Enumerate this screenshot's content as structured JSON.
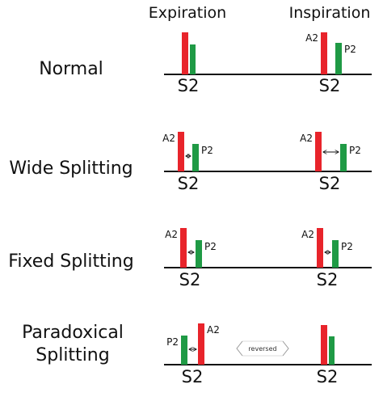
{
  "headers": {
    "expiration": "Expiration",
    "inspiration": "Inspiration"
  },
  "colors": {
    "a2": "#e8242b",
    "p2": "#1f9a45",
    "line": "#111111"
  },
  "rows": [
    {
      "label": [
        "Normal"
      ],
      "expiration": {
        "s2": "S2",
        "a2_label": "",
        "p2_label": "",
        "arrow": false
      },
      "inspiration": {
        "s2": "S2",
        "a2_label": "A2",
        "p2_label": "P2",
        "arrow": false
      }
    },
    {
      "label": [
        "Wide Splitting"
      ],
      "expiration": {
        "s2": "S2",
        "a2_label": "A2",
        "p2_label": "P2",
        "arrow": true
      },
      "inspiration": {
        "s2": "S2",
        "a2_label": "A2",
        "p2_label": "P2",
        "arrow": true
      }
    },
    {
      "label": [
        "Fixed Splitting"
      ],
      "expiration": {
        "s2": "S2",
        "a2_label": "A2",
        "p2_label": "P2",
        "arrow": true
      },
      "inspiration": {
        "s2": "S2",
        "a2_label": "A2",
        "p2_label": "P2",
        "arrow": true
      }
    },
    {
      "label": [
        "Paradoxical",
        "Splitting"
      ],
      "expiration": {
        "s2": "S2",
        "a2_label": "A2",
        "p2_label": "P2",
        "arrow": true
      },
      "inspiration": {
        "s2": "S2",
        "a2_label": "",
        "p2_label": "",
        "arrow": false
      },
      "reversed_label": "reversed"
    }
  ]
}
